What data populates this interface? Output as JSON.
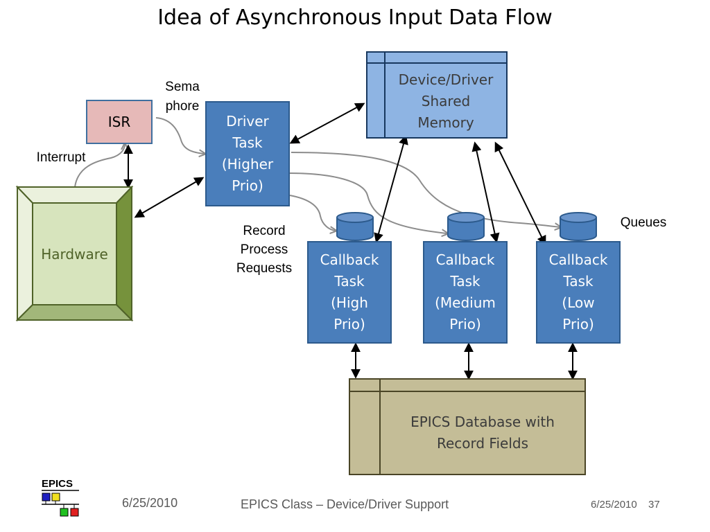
{
  "title": "Idea of Asynchronous Input Data Flow",
  "isr": "ISR",
  "semaphore": [
    "Sema",
    "phore"
  ],
  "interrupt": "Interrupt",
  "hardware": "Hardware",
  "driver_task": [
    "Driver",
    "Task",
    "(Higher",
    "Prio)"
  ],
  "shared_memory": [
    "Device/Driver",
    "Shared",
    "Memory"
  ],
  "record_requests": [
    "Record",
    "Process",
    "Requests"
  ],
  "queues": "Queues",
  "callback_high": [
    "Callback",
    "Task",
    "(High",
    "Prio)"
  ],
  "callback_medium": [
    "Callback",
    "Task",
    "(Medium",
    "Prio)"
  ],
  "callback_low": [
    "Callback",
    "Task",
    "(Low",
    "Prio)"
  ],
  "database": [
    "EPICS Database with",
    "Record Fields"
  ],
  "logo_text": "EPICS",
  "footer": {
    "date_left": "6/25/2010",
    "center": "EPICS Class – Device/Driver Support",
    "date_right": "6/25/2010",
    "page": "37"
  },
  "colors": {
    "task_blue": "#4a7ebb",
    "memory_blue": "#8eb4e3",
    "isr_red": "#e6b9b8",
    "hardware_green": "#d7e4bd",
    "database_tan": "#c4bd97",
    "arrow_gray": "#8c8c8c"
  }
}
